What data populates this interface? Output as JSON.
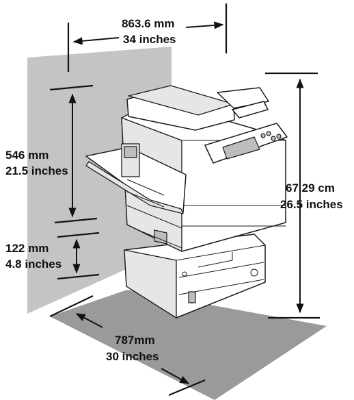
{
  "colors": {
    "wall": "#c4c4c4",
    "floor": "#9a9a9a",
    "line": "#111111",
    "device": "#ffffff"
  },
  "dimensions": {
    "width": {
      "mm": "863.6 mm",
      "inches": "34 inches"
    },
    "printer_height": {
      "mm": "546 mm",
      "inches": "21.5 inches"
    },
    "gap": {
      "mm": "122 mm",
      "inches": "4.8 inches"
    },
    "total_height": {
      "cm": "67.29 cm",
      "inches": "26.5 inches"
    },
    "depth": {
      "mm": "787mm",
      "inches": "30 inches"
    }
  }
}
